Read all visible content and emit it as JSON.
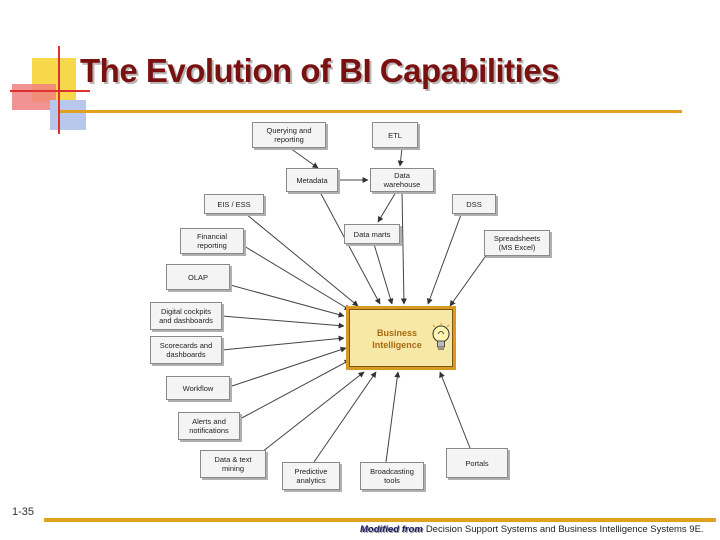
{
  "title": "The Evolution of BI Capabilities",
  "center_box": "Business\nIntelligence",
  "nodes": {
    "querying": "Querying and\nreporting",
    "etl": "ETL",
    "metadata": "Metadata",
    "dwh": "Data\nwarehouse",
    "eis": "EIS / ESS",
    "dss": "DSS",
    "financial": "Financial\nreporting",
    "datamarts": "Data marts",
    "spreadsheets": "Spreadsheets\n(MS Excel)",
    "olap": "OLAP",
    "cockpits": "Digital cockpits\nand dashboards",
    "scorecards": "Scorecards and\ndashboards",
    "workflow": "Workflow",
    "alerts": "Alerts and\nnotifications",
    "mining": "Data & text\nmining",
    "predictive": "Predictive\nanalytics",
    "broadcasting": "Broadcasting\ntools",
    "portals": "Portals"
  },
  "slide_number": "1-35",
  "footer": {
    "prefix": "Modified from",
    "text": "Decision Support Systems and Business Intelligence Systems 9E."
  },
  "colors": {
    "title": "#7a1010",
    "accent_rule": "#e0a020",
    "bi_fill": "#f7e8a8",
    "bi_border": "#d89a20"
  }
}
